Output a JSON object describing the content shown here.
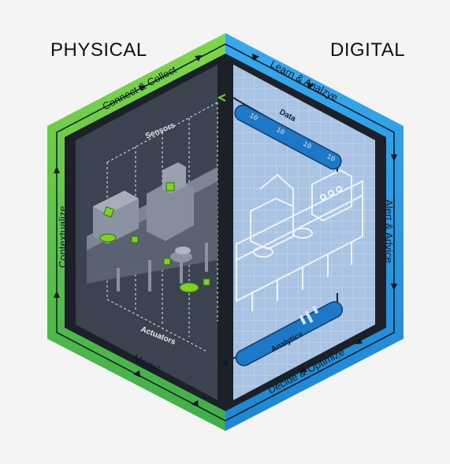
{
  "titles": {
    "physical": "PHYSICAL",
    "digital": "DIGITAL"
  },
  "cycle_steps": {
    "connect": "Connect & Collect",
    "learn": "Learn & Analzye",
    "alert": "Alert & Advice",
    "decide": "Decide & Optimize",
    "model": "Model",
    "contextualize": "Contextualize"
  },
  "inner_labels": {
    "sensors": "Sensors",
    "actuators": "Actuators",
    "data": "Data",
    "analytics": "Analytics"
  },
  "colors": {
    "green_band": "#5cc84a",
    "blue_band": "#2a9fe0",
    "physical_panel": "#3c4350",
    "digital_panel": "#a9c3e4",
    "sensor_green": "#7ed321",
    "pipe_blue": "#1d79c8"
  }
}
